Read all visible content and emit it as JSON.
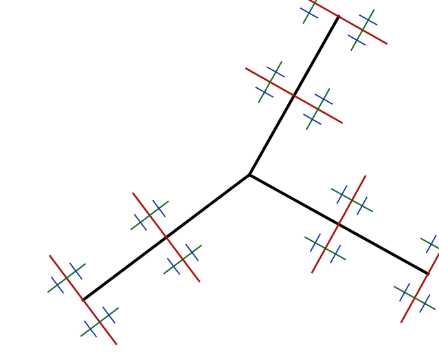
{
  "figure": {
    "type": "fractal-branching-tree",
    "background_color": "#ffffff",
    "levels": [
      {
        "name": "trunk",
        "color": "#000000"
      },
      {
        "name": "primary-branches",
        "color": "#aa1111"
      },
      {
        "name": "secondary-branches",
        "color": "#116622"
      },
      {
        "name": "tertiary-branches",
        "color": "#1133aa"
      }
    ]
  }
}
